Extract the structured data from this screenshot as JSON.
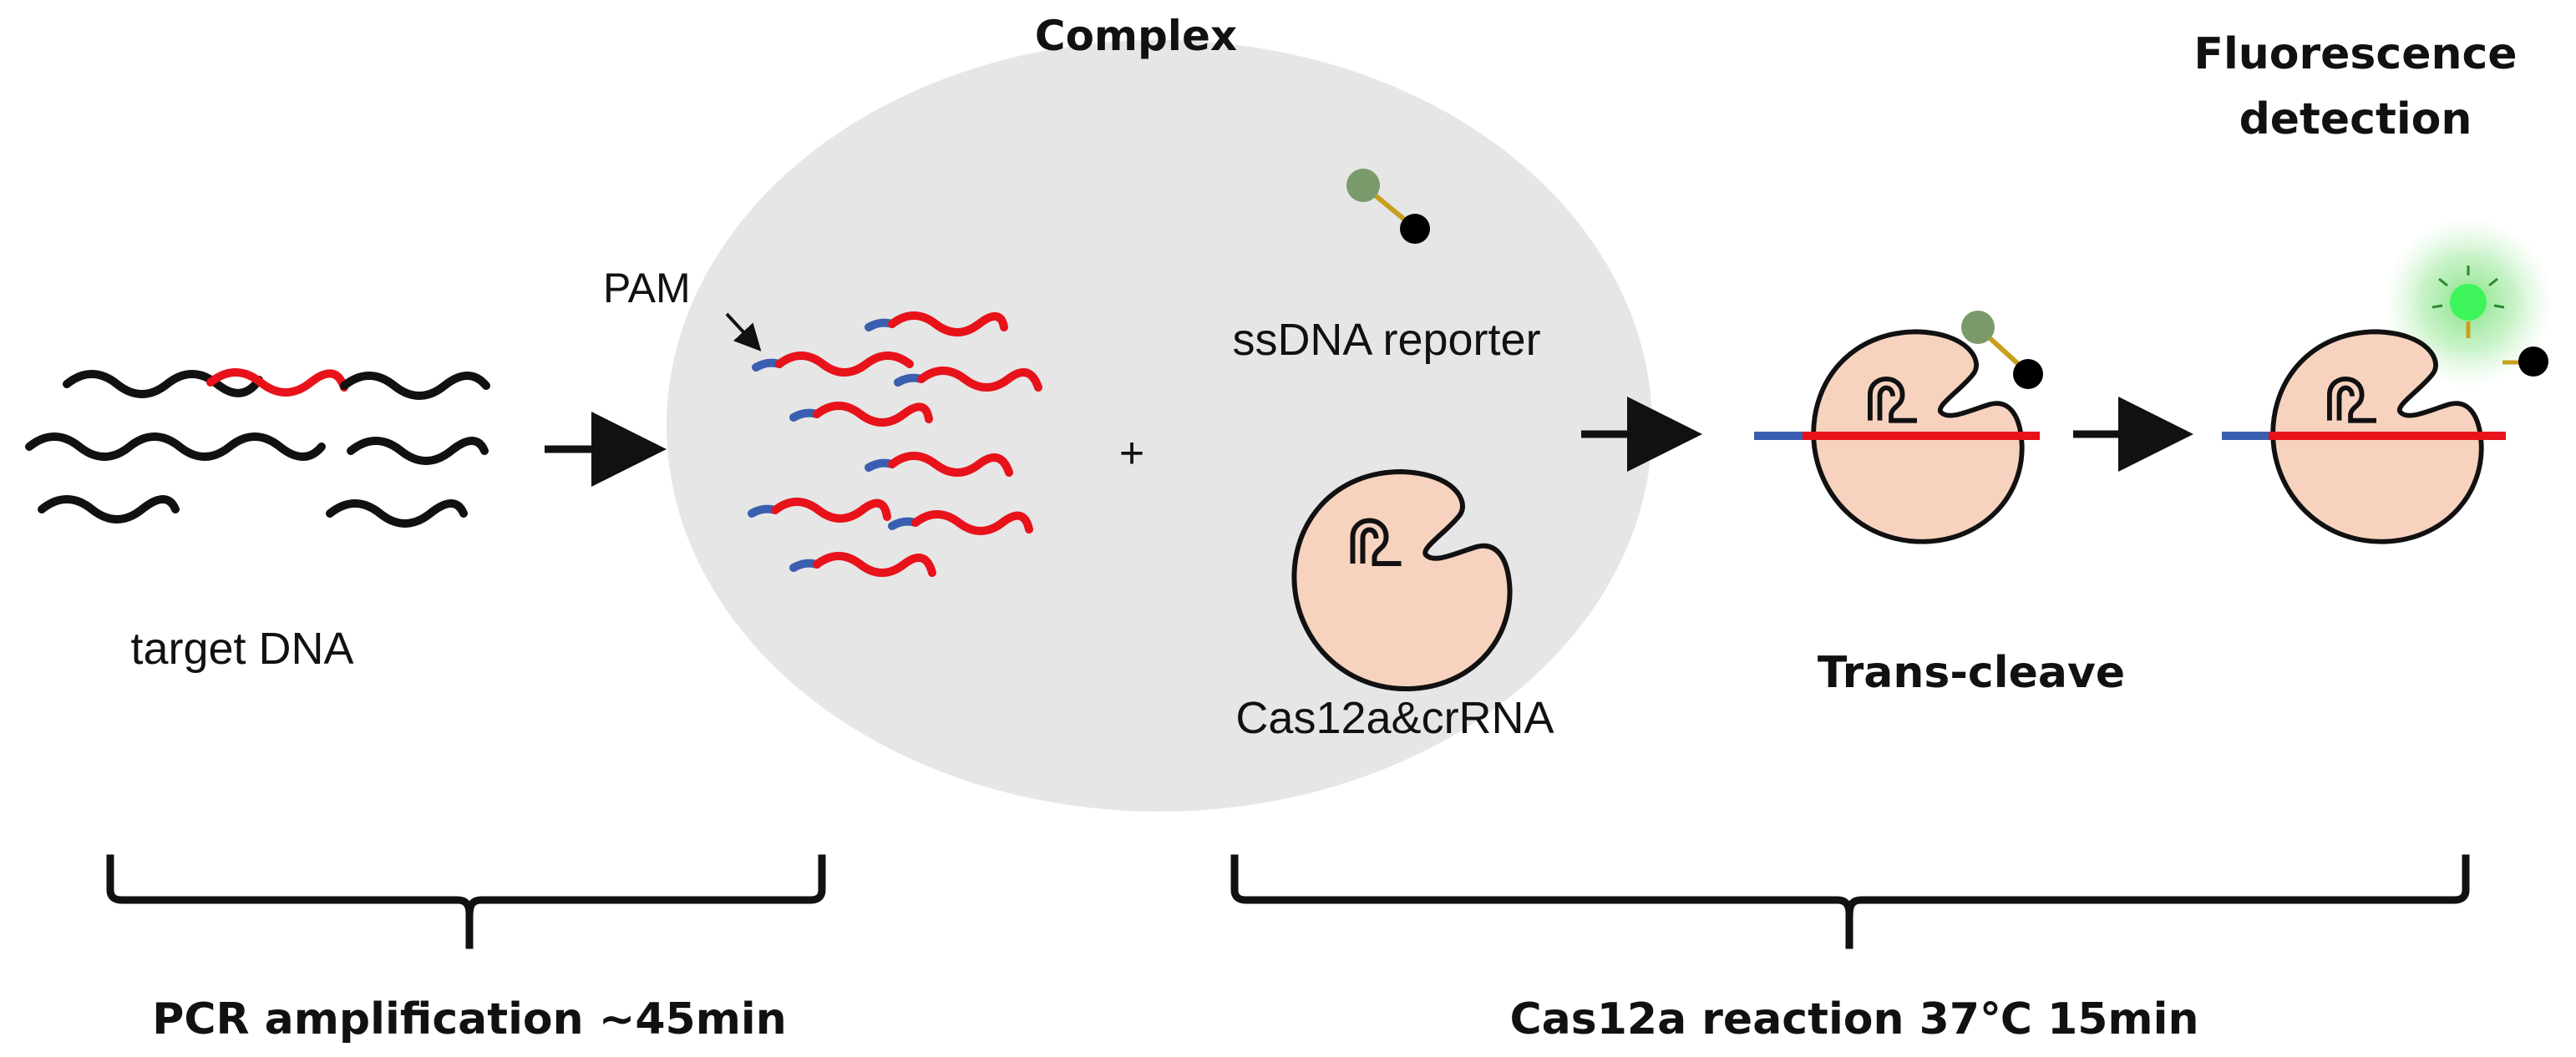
{
  "labels": {
    "target_dna": "target DNA",
    "pam": "PAM",
    "complex": "Complex",
    "plus": "+",
    "ssdna_reporter": "ssDNA reporter",
    "cas12a_crrna": "Cas12a&crRNA",
    "trans_cleave": "Trans-cleave",
    "fluorescence_line1": "Fluorescence",
    "fluorescence_line2": "detection",
    "pcr_step": "PCR amplification ~45min",
    "cas_step": "Cas12a reaction 37℃ 15min"
  },
  "colors": {
    "dna_strand": "#111111",
    "target_segment": "#e8121a",
    "pam_segment": "#3a5fb0",
    "complex_bubble": "#e6e6e6",
    "protein_fill": "#f7d3bf",
    "protein_stroke": "#111111",
    "fluorophore": "#7a9a6c",
    "fluorophore_active": "#3df55a",
    "glow": "#7de07d",
    "quencher": "#000000",
    "linker": "#c8a020"
  },
  "icons": {
    "arrow": "right-arrow-icon",
    "protein": "cas12a-protein-icon",
    "reporter": "ssdna-reporter-icon",
    "bracket": "curly-brace-icon"
  }
}
